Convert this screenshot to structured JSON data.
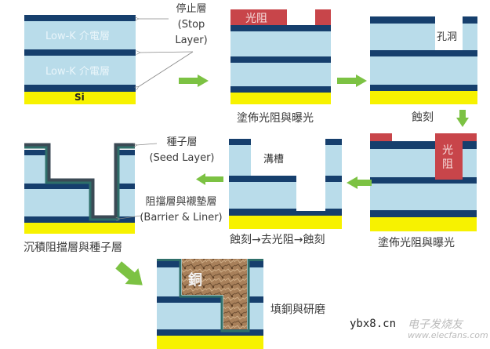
{
  "colors": {
    "dielectric": "#b9dcea",
    "stop_layer": "#163f6d",
    "silicon": "#f7f200",
    "photoresist": "#c8454a",
    "barrier": "#2f6f6a",
    "seed": "#3b4a55",
    "copper": "#a8805a",
    "arrow": "#7cc243",
    "text": "#3a3a3a"
  },
  "steps": [
    {
      "id": "step1-initial-stack",
      "labels": {
        "lowk_1": "Low-K 介電層",
        "lowk_2": "Low-K 介電層",
        "si": "Si"
      },
      "annotation": {
        "zh": "停止層",
        "en_1": "(Stop",
        "en_2": "Layer)"
      }
    },
    {
      "id": "step2-coat-expose",
      "photoresist_label": "光阻",
      "caption": "塗佈光阻與曝光"
    },
    {
      "id": "step3-etch",
      "hole_label": "孔洞",
      "caption": "蝕刻"
    },
    {
      "id": "step4-coat-expose",
      "photoresist_label_1": "光",
      "photoresist_label_2": "阻",
      "caption": "塗佈光阻與曝光"
    },
    {
      "id": "step5-etch-strip-etch",
      "trench_label": "溝槽",
      "caption": "蝕刻→去光阻→蝕刻"
    },
    {
      "id": "step6-deposit-barrier-seed",
      "seed_annotation": {
        "zh": "種子層",
        "en": "(Seed Layer)"
      },
      "barrier_annotation": {
        "zh": "阻擋層與襯墊層",
        "en": "(Barrier & Liner)"
      },
      "caption": "沉積阻擋層與種子層"
    },
    {
      "id": "step7-fill-polish",
      "copper_label": "銅",
      "caption": "填銅與研磨"
    }
  ],
  "watermark": {
    "site": "ybx8.cn",
    "brand": "电子发烧友",
    "brand_url": "www.elecfans.com"
  }
}
